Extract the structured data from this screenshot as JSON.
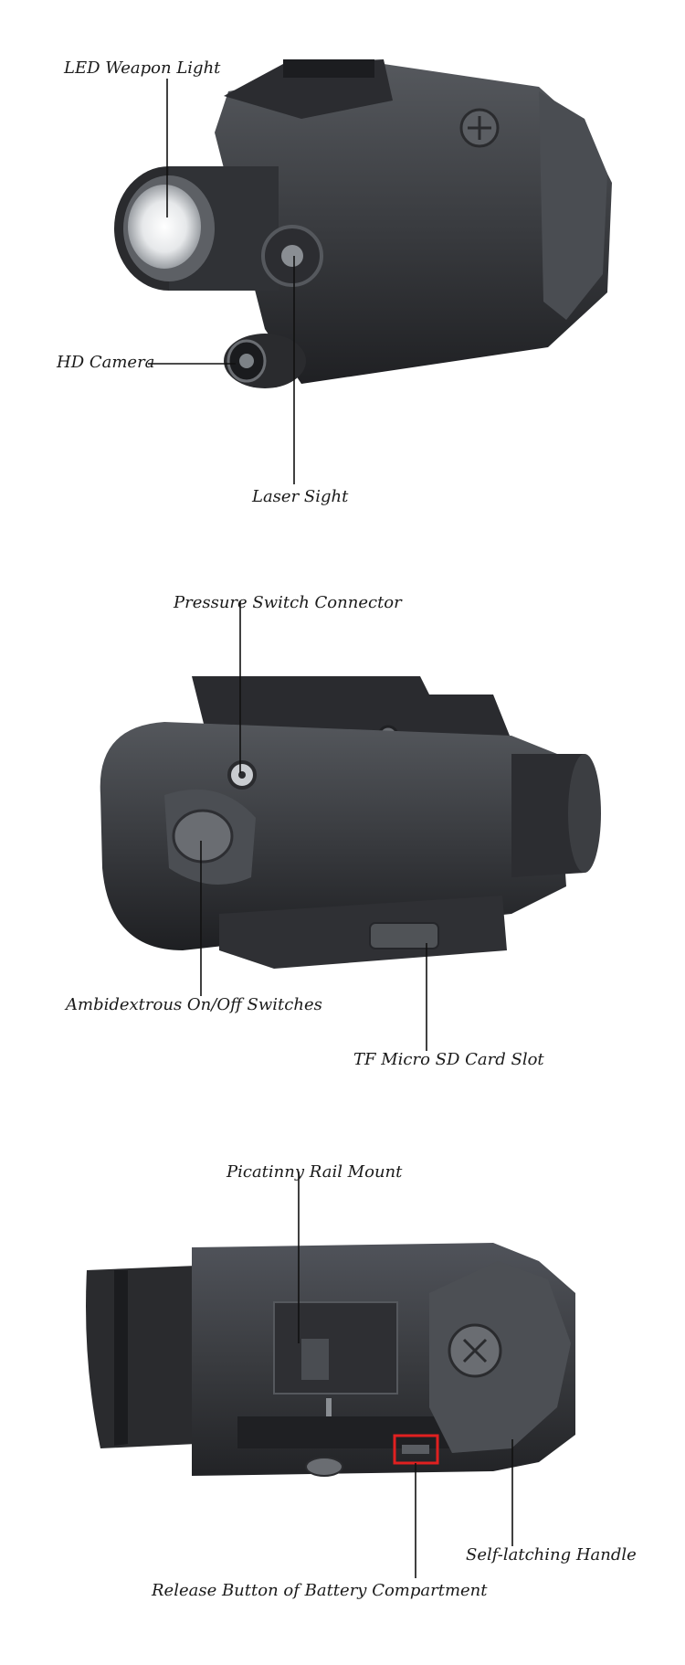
{
  "panels": [
    {
      "labels": {
        "led_light": "LED Weapon Light",
        "hd_camera": "HD Camera",
        "laser_sight": "Laser Sight"
      }
    },
    {
      "labels": {
        "pressure_switch": "Pressure Switch Connector",
        "ambi_switches": "Ambidextrous On/Off Switches",
        "tf_slot": "TF Micro SD Card Slot"
      }
    },
    {
      "labels": {
        "rail_mount": "Picatinny Rail Mount",
        "self_latching": "Self-latching Handle",
        "release_button": "Release Button of Battery Compartment"
      }
    }
  ],
  "colors": {
    "body": "#3a3c3f",
    "body_dark": "#232427",
    "highlight": "#6a6d72",
    "leader": "#111111",
    "callout_box": "#e02020"
  }
}
